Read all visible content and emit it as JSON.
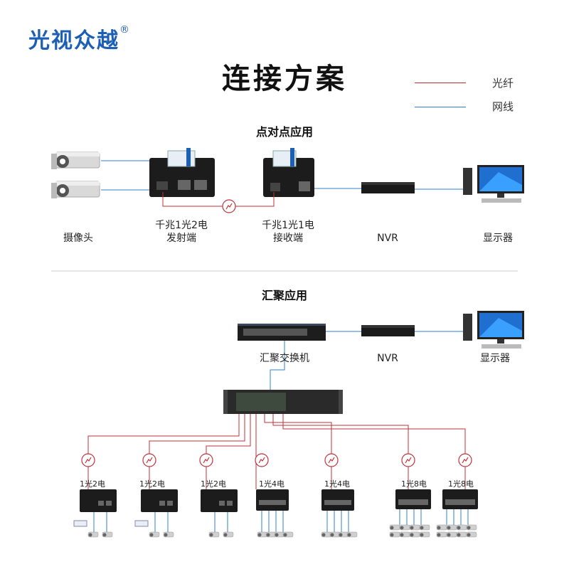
{
  "brand": {
    "name": "光视众越",
    "reg": "®"
  },
  "title": "连接方案",
  "legend": {
    "fiber": {
      "label": "光纤",
      "color": "#c0303a"
    },
    "network": {
      "label": "网线",
      "color": "#2f7fd0"
    }
  },
  "p2p": {
    "section_title": "点对点应用",
    "camera_label": "摄像头",
    "sender_label": [
      "千兆1光2电",
      "发射端"
    ],
    "receiver_label": [
      "千兆1光1电",
      "接收端"
    ],
    "nvr_label": "NVR",
    "monitor_label": "显示器"
  },
  "agg": {
    "section_title": "汇聚应用",
    "switch_label": "汇聚交换机",
    "nvr_label": "NVR",
    "monitor_label": "显示器",
    "devices": [
      "1光2电",
      "1光2电",
      "1光2电",
      "1光4电",
      "1光4电",
      "1光8电",
      "1光8电"
    ]
  }
}
